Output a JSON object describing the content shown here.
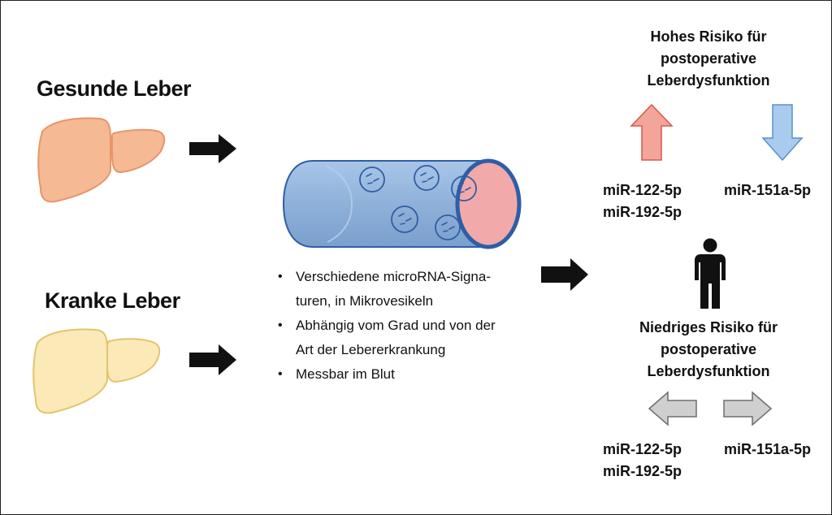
{
  "healthy_liver": {
    "title": "Gesunde Leber",
    "fill": "#f5b994",
    "stroke": "#e8956a"
  },
  "diseased_liver": {
    "title": "Kranke Leber",
    "fill": "#fbe9b8",
    "stroke": "#e3c46e"
  },
  "vessel": {
    "body_fill": "#8fb1d9",
    "end_fill": "#f2a9a9",
    "stroke": "#2f5ea6"
  },
  "bullets": [
    "Verschiedene microRNA-Signa-turen, in Mikrovesikeln",
    "Abhängig vom Grad und von der Art der Lebererkrankung",
    "Messbar im Blut"
  ],
  "high_risk": {
    "label": "Hohes Risiko für postoperative Leberdysfunktion",
    "up_arrow_color": "#f3a59a",
    "down_arrow_color": "#a9cbee",
    "mir_up": [
      "miR-122-5p",
      "miR-192-5p"
    ],
    "mir_down": "miR-151a-5p"
  },
  "low_risk": {
    "label": "Niedriges Risiko für postoperative Leberdysfunktion",
    "arrow_color": "#cfcfcf",
    "mir_left": [
      "miR-122-5p",
      "miR-192-5p"
    ],
    "mir_right": "miR-151a-5p"
  },
  "icons": {
    "person": "person-icon",
    "arrow": "black-right-arrow-icon"
  }
}
